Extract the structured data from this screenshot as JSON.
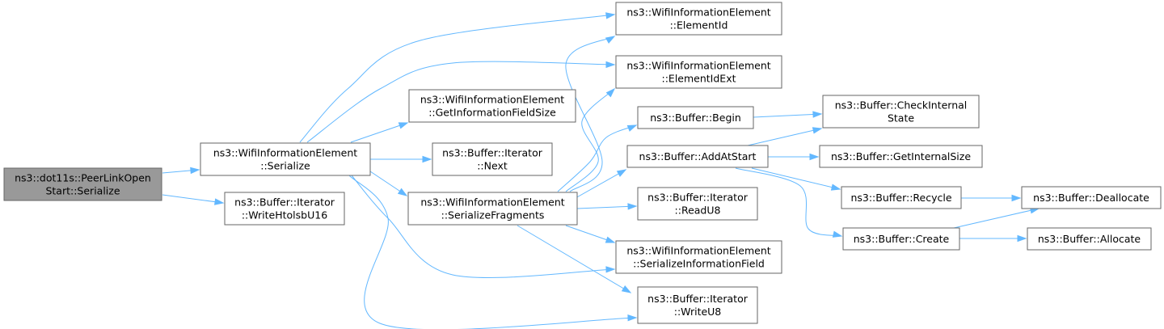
{
  "diagram": {
    "type": "call-graph",
    "edge_color": "#63b8ff",
    "root_fill": "#999999",
    "node_fill": "#ffffff",
    "border_color": "#666666",
    "nodes": [
      {
        "id": "root",
        "lines": [
          "ns3::dot11s::PeerLinkOpen",
          "Start::Serialize"
        ],
        "root": true
      },
      {
        "id": "wie_serialize",
        "lines": [
          "ns3::WifiInformationElement",
          "::Serialize"
        ]
      },
      {
        "id": "write_htolsb",
        "lines": [
          "ns3::Buffer::Iterator",
          "::WriteHtolsbU16"
        ]
      },
      {
        "id": "element_id",
        "lines": [
          "ns3::WifiInformationElement",
          "::ElementId"
        ]
      },
      {
        "id": "element_id_ext",
        "lines": [
          "ns3::WifiInformationElement",
          "::ElementIdExt"
        ]
      },
      {
        "id": "get_info_size",
        "lines": [
          "ns3::WifiInformationElement",
          "::GetInformationFieldSize"
        ]
      },
      {
        "id": "iter_next",
        "lines": [
          "ns3::Buffer::Iterator",
          "::Next"
        ]
      },
      {
        "id": "serialize_fragments",
        "lines": [
          "ns3::WifiInformationElement",
          "::SerializeFragments"
        ]
      },
      {
        "id": "serialize_info_field",
        "lines": [
          "ns3::WifiInformationElement",
          "::SerializeInformationField"
        ]
      },
      {
        "id": "write_u8",
        "lines": [
          "ns3::Buffer::Iterator",
          "::WriteU8"
        ]
      },
      {
        "id": "buffer_begin",
        "lines": [
          "ns3::Buffer::Begin"
        ]
      },
      {
        "id": "add_at_start",
        "lines": [
          "ns3::Buffer::AddAtStart"
        ]
      },
      {
        "id": "read_u8",
        "lines": [
          "ns3::Buffer::Iterator",
          "::ReadU8"
        ]
      },
      {
        "id": "check_internal",
        "lines": [
          "ns3::Buffer::CheckInternal",
          "State"
        ]
      },
      {
        "id": "get_internal_size",
        "lines": [
          "ns3::Buffer::GetInternalSize"
        ]
      },
      {
        "id": "recycle",
        "lines": [
          "ns3::Buffer::Recycle"
        ]
      },
      {
        "id": "create",
        "lines": [
          "ns3::Buffer::Create"
        ]
      },
      {
        "id": "deallocate",
        "lines": [
          "ns3::Buffer::Deallocate"
        ]
      },
      {
        "id": "allocate",
        "lines": [
          "ns3::Buffer::Allocate"
        ]
      }
    ],
    "edges": [
      {
        "from": "root",
        "to": "wie_serialize"
      },
      {
        "from": "root",
        "to": "write_htolsb"
      },
      {
        "from": "wie_serialize",
        "to": "element_id"
      },
      {
        "from": "wie_serialize",
        "to": "element_id_ext"
      },
      {
        "from": "wie_serialize",
        "to": "get_info_size"
      },
      {
        "from": "wie_serialize",
        "to": "iter_next"
      },
      {
        "from": "wie_serialize",
        "to": "serialize_fragments"
      },
      {
        "from": "wie_serialize",
        "to": "serialize_info_field"
      },
      {
        "from": "wie_serialize",
        "to": "write_u8"
      },
      {
        "from": "serialize_fragments",
        "to": "element_id"
      },
      {
        "from": "serialize_fragments",
        "to": "element_id_ext"
      },
      {
        "from": "serialize_fragments",
        "to": "buffer_begin"
      },
      {
        "from": "serialize_fragments",
        "to": "add_at_start"
      },
      {
        "from": "serialize_fragments",
        "to": "read_u8"
      },
      {
        "from": "serialize_fragments",
        "to": "serialize_info_field"
      },
      {
        "from": "serialize_fragments",
        "to": "write_u8"
      },
      {
        "from": "buffer_begin",
        "to": "check_internal"
      },
      {
        "from": "add_at_start",
        "to": "check_internal"
      },
      {
        "from": "add_at_start",
        "to": "get_internal_size"
      },
      {
        "from": "add_at_start",
        "to": "recycle"
      },
      {
        "from": "add_at_start",
        "to": "create"
      },
      {
        "from": "recycle",
        "to": "deallocate"
      },
      {
        "from": "create",
        "to": "deallocate"
      },
      {
        "from": "create",
        "to": "allocate"
      }
    ]
  }
}
